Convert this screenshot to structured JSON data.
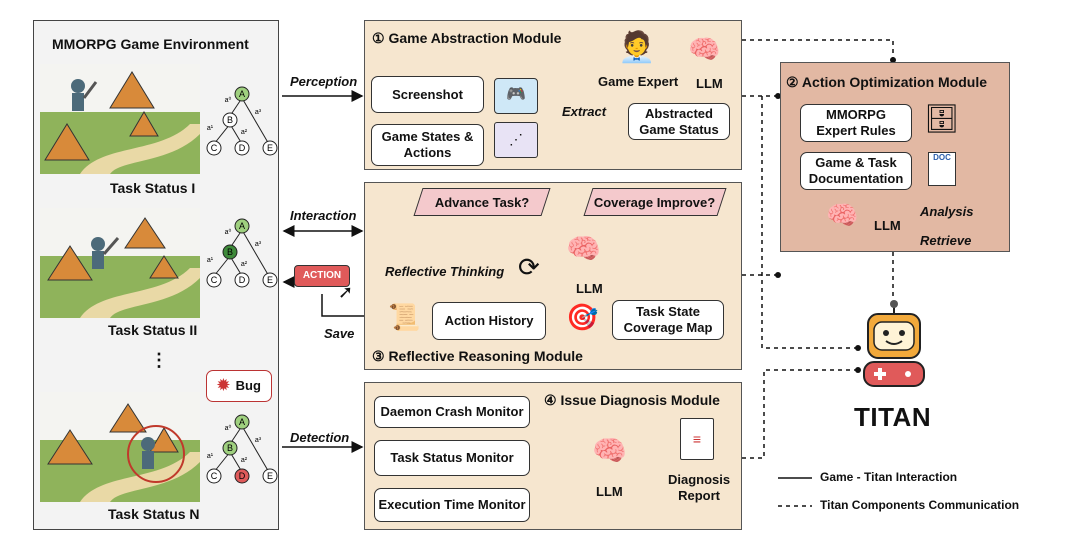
{
  "env": {
    "title": "MMORPG Game Environment",
    "status1": "Task Status I",
    "status2": "Task Status II",
    "statusN": "Task Status N",
    "ellipsis": "⋮",
    "bug": "Bug",
    "tree_nodes": [
      "A",
      "B",
      "C",
      "D",
      "E"
    ],
    "tree_edges": [
      "a⁰",
      "a¹",
      "a²",
      "a³"
    ]
  },
  "arrows": {
    "perception": "Perception",
    "interaction": "Interaction",
    "save": "Save",
    "detection": "Detection",
    "action_tag": "ACTION"
  },
  "m1": {
    "title": "① Game Abstraction Module",
    "screenshot": "Screenshot",
    "states1": "Game States &",
    "states2": "Actions",
    "extract": "Extract",
    "abstract1": "Abstracted",
    "abstract2": "Game Status",
    "expert": "Game Expert",
    "llm": "LLM"
  },
  "m2": {
    "title": "② Action Optimization Module",
    "rules1": "MMORPG",
    "rules2": "Expert Rules",
    "doc1": "Game & Task",
    "doc2": "Documentation",
    "doc_tag": "DOC",
    "analysis": "Analysis",
    "retrieve": "Retrieve",
    "llm": "LLM"
  },
  "m3": {
    "title": "③ Reflective Reasoning Module",
    "advance": "Advance Task?",
    "coverage": "Coverage Improve?",
    "reflective": "Reflective Thinking",
    "history": "Action History",
    "map1": "Task State",
    "map2": "Coverage Map",
    "llm": "LLM"
  },
  "m4": {
    "title": "④ Issue Diagnosis Module",
    "daemon": "Daemon Crash Monitor",
    "task": "Task Status Monitor",
    "exec": "Execution Time Monitor",
    "diag1": "Diagnosis",
    "diag2": "Report",
    "llm": "LLM"
  },
  "titan": {
    "name": "TITAN"
  },
  "legend": {
    "solid": "Game - Titan Interaction",
    "dashed": "Titan Components Communication"
  },
  "colors": {
    "module_bg": "#f6e6cf",
    "module2_bg": "#e2b8a3",
    "pink": "#f4c9cc",
    "grass": "#8fb35b",
    "mountain": "#d88a3a",
    "robot": "#f2a93b",
    "node_green": "#9fd07f",
    "node_red": "#e05a5a"
  }
}
